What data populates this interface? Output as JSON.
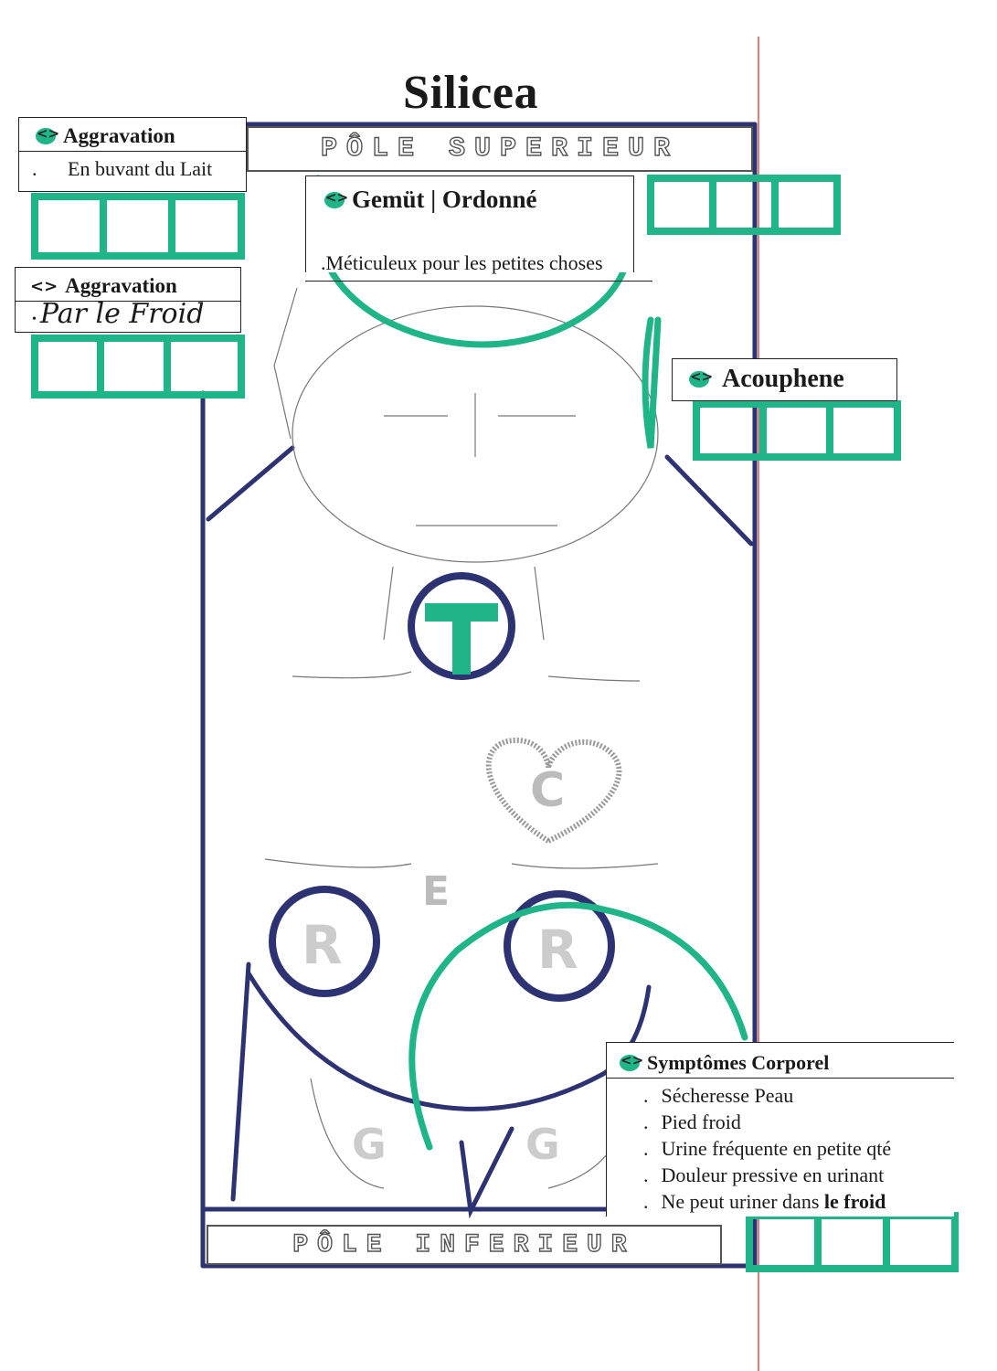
{
  "title": "Silicea",
  "pole_superieur": "PÔLE SUPERIEUR",
  "pole_inferieur": "PÔLE INFERIEUR",
  "aggravation_1": {
    "header": "Aggravation",
    "items": [
      {
        "bullet": ".",
        "text": "En buvant du Lait"
      }
    ]
  },
  "aggravation_2": {
    "header": "Aggravation",
    "icon": "<>",
    "items": [
      {
        "bullet": "•",
        "text": "Par le Froid"
      }
    ]
  },
  "gemut": {
    "header": "Gemüt |  Ordonné",
    "items": [
      {
        "bullet": ".",
        "text": "Méticuleux pour les petites choses"
      }
    ]
  },
  "acouphene": {
    "header": "Acouphene"
  },
  "symptomes": {
    "header": "Symptômes Corporel",
    "items": [
      {
        "bullet": ".",
        "text": "Sécheresse Peau"
      },
      {
        "bullet": ".",
        "text": "Pied  froid"
      },
      {
        "bullet": ".",
        "text": "Urine fréquente en petite qté"
      },
      {
        "bullet": ".",
        "text": "Douleur pressive en urinant"
      },
      {
        "bullet": ".",
        "text": "Ne peut uriner dans ",
        "bold": "le froid"
      }
    ]
  },
  "body_letters": {
    "throat": "T",
    "heart": "C",
    "stomach": "E",
    "kidney_left": "R",
    "kidney_right": "R",
    "genital_left": "G",
    "genital_right": "G"
  },
  "colors": {
    "navy": "#2c3272",
    "green": "#1fb588",
    "pencil": "#777777",
    "red_margin": "#d9534f"
  }
}
